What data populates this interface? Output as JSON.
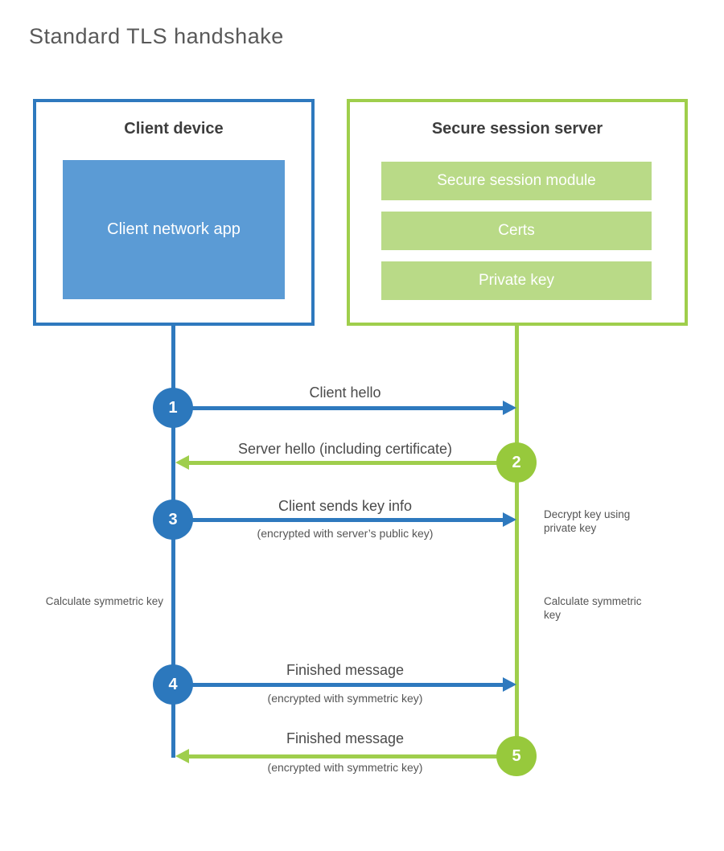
{
  "title": "Standard TLS handshake",
  "client": {
    "header": "Client device",
    "app_label": "Client network app"
  },
  "server": {
    "header": "Secure session server",
    "modules": [
      "Secure session module",
      "Certs",
      "Private key"
    ]
  },
  "steps": [
    {
      "num": "1",
      "label": "Client hello",
      "sub": "",
      "direction": "right",
      "from": "client"
    },
    {
      "num": "2",
      "label": "Server hello (including certificate)",
      "sub": "",
      "direction": "left",
      "from": "server"
    },
    {
      "num": "3",
      "label": "Client sends key info",
      "sub": "(encrypted with server’s public key)",
      "direction": "right",
      "from": "client"
    },
    {
      "num": "4",
      "label": "Finished message",
      "sub": "(encrypted with symmetric key)",
      "direction": "right",
      "from": "client"
    },
    {
      "num": "5",
      "label": "Finished message",
      "sub": "(encrypted with symmetric key)",
      "direction": "left",
      "from": "server"
    }
  ],
  "notes": {
    "decrypt": "Decrypt key using private key",
    "calculate_left": "Calculate symmetric key",
    "calculate_right": "Calculate symmetric key"
  },
  "colors": {
    "client_accent": "#2e79be",
    "client_fill": "#5b9bd5",
    "server_accent": "#9fce4c",
    "server_fill": "#b9da87",
    "heading_text": "#3d3d3d",
    "label_text": "#4a4a4a",
    "note_text": "#555555",
    "title_text": "#595959"
  }
}
